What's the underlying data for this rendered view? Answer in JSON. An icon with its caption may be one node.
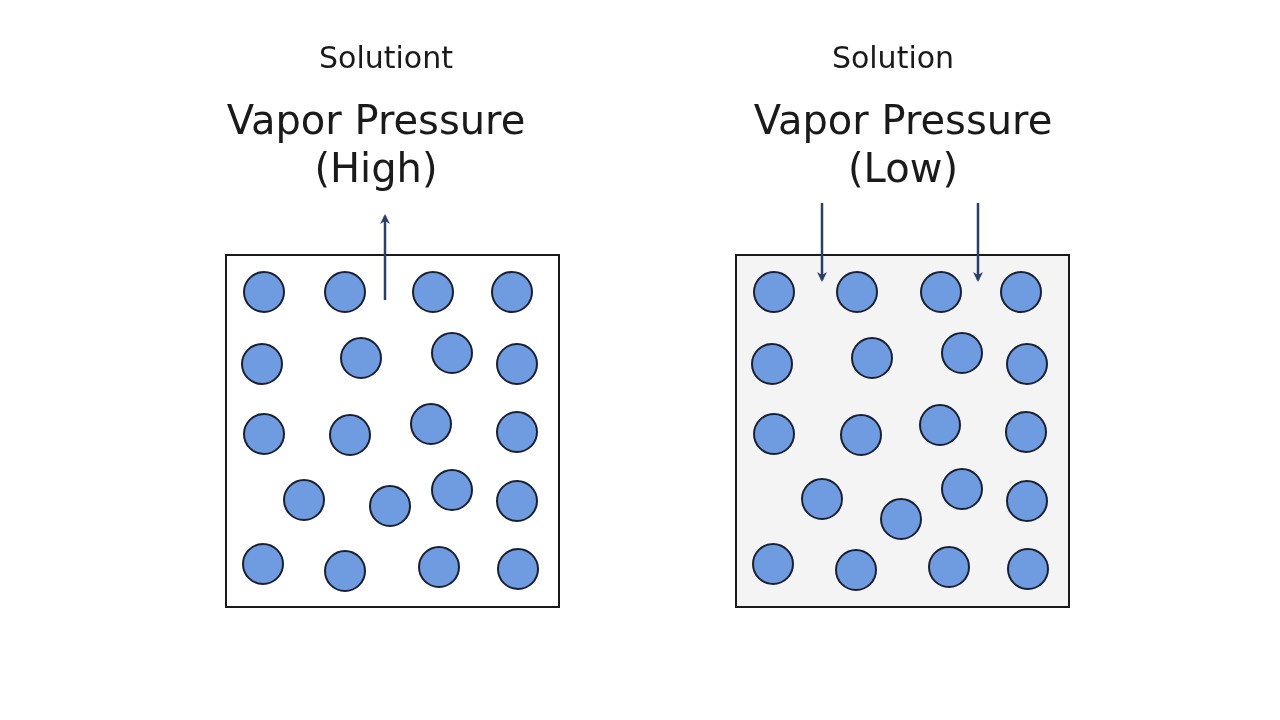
{
  "diagram": {
    "labels": [
      "Solutiont",
      "Vapor Pressure (High)",
      "Solution",
      "Vapor Pressure (Low)"
    ]
  }
}
